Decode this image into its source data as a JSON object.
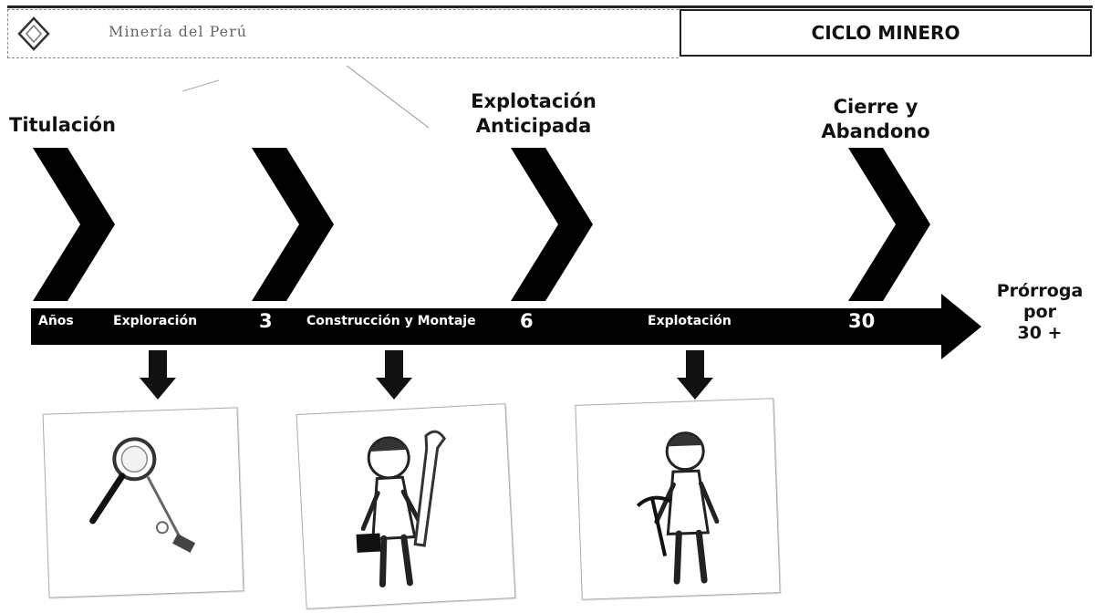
{
  "header": {
    "logo_text": "Minería del Perú",
    "title": "CICLO MINERO"
  },
  "phases": {
    "titulacion": "Titulación",
    "explotacion_anticipada": [
      "Explotación",
      "Anticipada"
    ],
    "cierre": [
      "Cierre y",
      "Abandono"
    ]
  },
  "timeline": {
    "years_label": "Años",
    "exploracion": "Exploración",
    "year_3": "3",
    "construccion": "Construcción y Montaje",
    "year_6": "6",
    "explotacion": "Explotación",
    "year_30": "30"
  },
  "extension": [
    "Prórroga",
    "por",
    "30 +"
  ],
  "icons": [
    "magnifier-keys-icon",
    "worker-tools-icon",
    "miner-pickaxe-icon"
  ],
  "colors": {
    "bar": "#000000",
    "background": "#ffffff"
  }
}
